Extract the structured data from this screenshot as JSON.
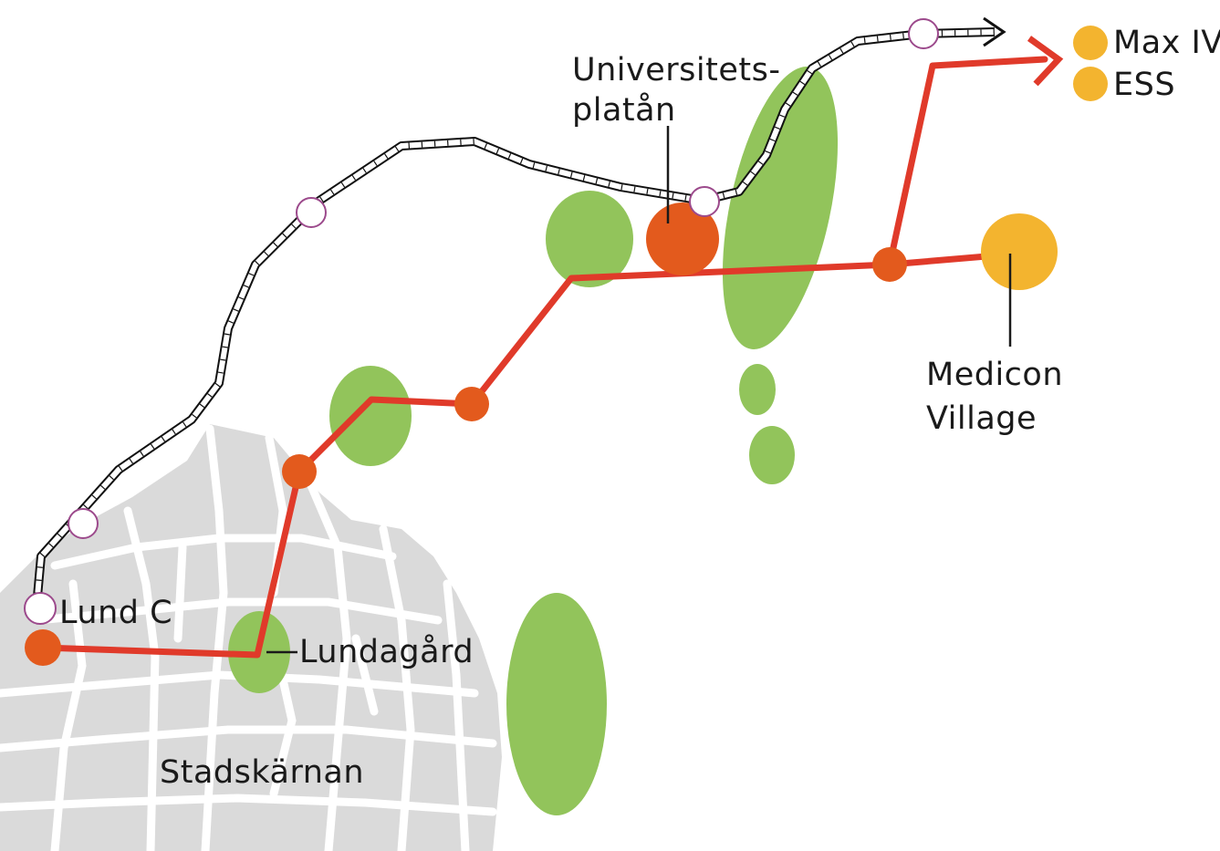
{
  "colors": {
    "city_block": "#dadada",
    "street": "#ffffff",
    "green_area": "#92c45b",
    "tram_line": "#e03a2a",
    "tram_stop": "#e35a1d",
    "node_yellow": "#f3b42f",
    "rail_outline": "#111111",
    "station_ring": "#9c4a8c"
  },
  "labels": {
    "max_iv": "Max IV",
    "ess": "ESS",
    "universitetsplatan_line1": "Universitets-",
    "universitetsplatan_line2": "platån",
    "medicon_line1": "Medicon",
    "medicon_line2": "Village",
    "lund_c": "Lund C",
    "lundagard": "Lundagård",
    "stadskarnan": "Stadskärnan"
  },
  "icons": {
    "rail_arrow": "arrow-right-icon",
    "tram_arrow": "arrow-right-icon",
    "station": "circle-outline-icon",
    "stop": "filled-circle-icon"
  }
}
